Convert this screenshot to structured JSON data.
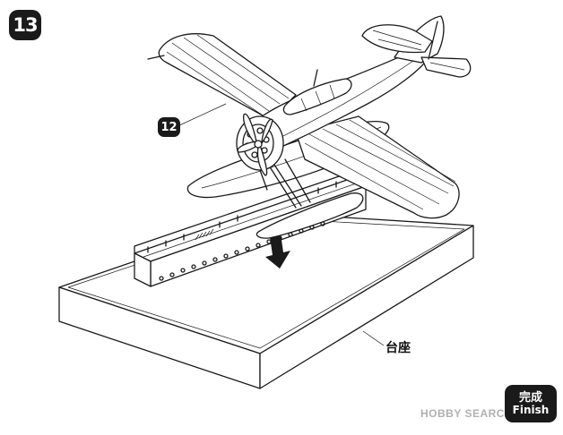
{
  "step": {
    "number": "13"
  },
  "part": {
    "number": "12"
  },
  "base": {
    "label": "台座"
  },
  "finish": {
    "japanese": "完成",
    "english": "Finish"
  },
  "watermark": {
    "text": "HOBBY SEARCH"
  },
  "colors": {
    "ink": "#1a1a1a",
    "paper": "#ffffff"
  }
}
